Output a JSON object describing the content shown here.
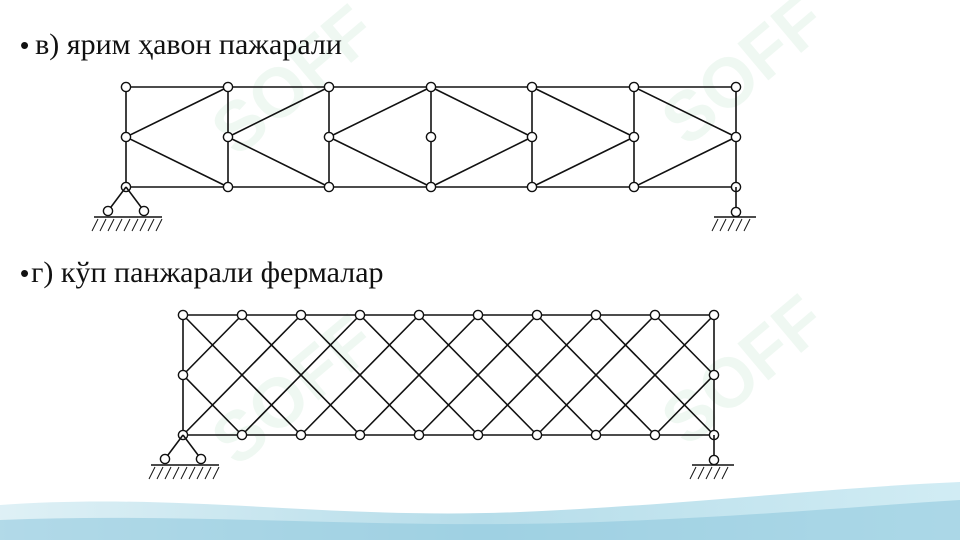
{
  "items": [
    {
      "bullet": "•",
      "text": "в) ярим ҳавон пажарали"
    },
    {
      "bullet": "•",
      "text": "г)  кўп панжарали фермалар"
    }
  ],
  "watermark": "SOFF",
  "colors": {
    "line": "#111111",
    "node_fill": "#ffffff",
    "footer_wave": "#bfe3ef",
    "watermark": "#9ad7b5"
  }
}
